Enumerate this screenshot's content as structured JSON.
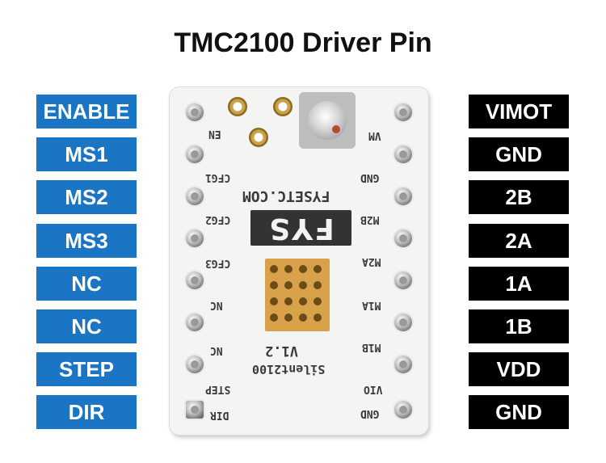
{
  "title": "TMC2100 Driver Pin",
  "left_pins": [
    "ENABLE",
    "MS1",
    "MS2",
    "MS3",
    "NC",
    "NC",
    "STEP",
    "DIR"
  ],
  "right_pins": [
    "VIMOT",
    "GND",
    "2B",
    "2A",
    "1A",
    "1B",
    "VDD",
    "GND"
  ],
  "colors": {
    "left_label_bg": "#1a75c4",
    "right_label_bg": "#000000",
    "label_text": "#ffffff"
  },
  "board": {
    "logo": "FYS",
    "website": "FYSETC.COM",
    "model": "Silent2100",
    "version": "V1.2",
    "silk_left": [
      "EN",
      "CFG1",
      "CFG2",
      "CFG3",
      "NC",
      "NC",
      "STEP",
      "DIR"
    ],
    "silk_right": [
      "VM",
      "GND",
      "M2B",
      "M2A",
      "M1A",
      "M1B",
      "VIO",
      "GND"
    ]
  }
}
